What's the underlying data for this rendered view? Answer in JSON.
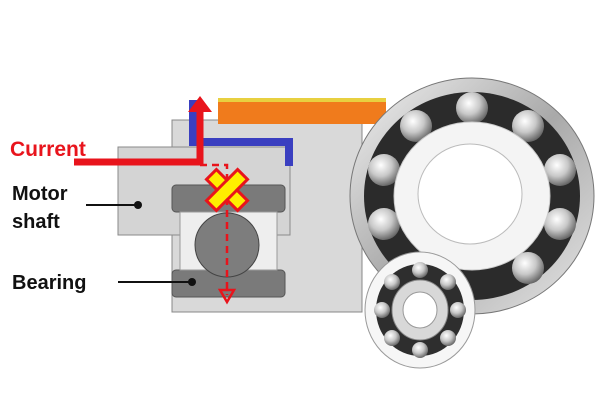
{
  "labels": {
    "current": "Current",
    "motor_shaft_line1": "Motor",
    "motor_shaft_line2": "shaft",
    "bearing": "Bearing"
  },
  "colors": {
    "current": "#e8141c",
    "insulation": "#3a3fc0",
    "housing": "#f07b1c",
    "fault_mark": "#ffee00",
    "shaft": "#d4d4d4",
    "bearing": "#7a7a7a"
  }
}
